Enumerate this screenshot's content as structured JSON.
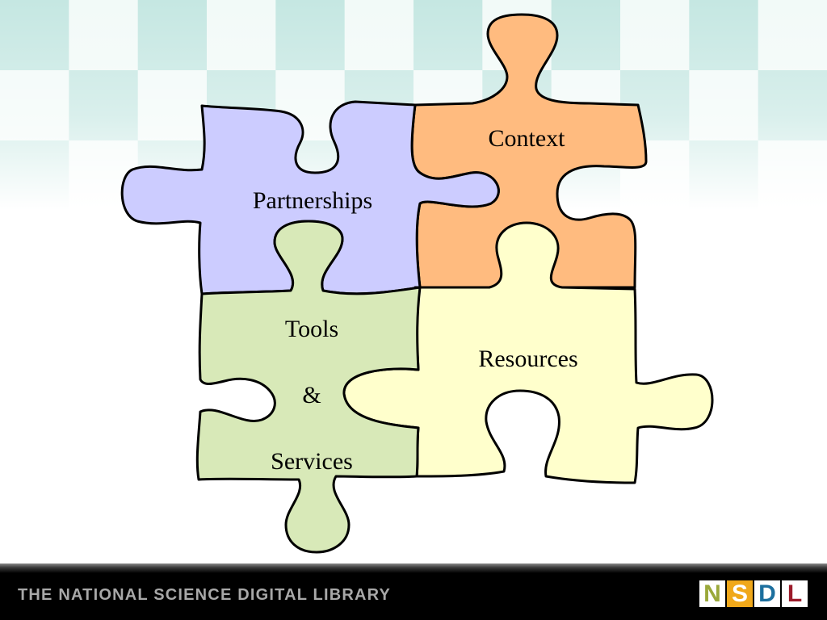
{
  "slide": {
    "pieces": [
      {
        "id": "partnerships",
        "label": "Partnerships",
        "color": "#ccccff"
      },
      {
        "id": "context",
        "label": "Context",
        "color": "#ffbb7f"
      },
      {
        "id": "tools",
        "lines": [
          "Tools",
          "&",
          "Services"
        ],
        "color": "#d8e9b8"
      },
      {
        "id": "resources",
        "label": "Resources",
        "color": "#ffffcc"
      }
    ]
  },
  "footer": {
    "title": "THE NATIONAL SCIENCE DIGITAL LIBRARY",
    "logo_letters": [
      {
        "letter": "N",
        "bg": "#ffffff",
        "fg": "#9aa83a"
      },
      {
        "letter": "S",
        "bg": "#f0a81a",
        "fg": "#ffffff"
      },
      {
        "letter": "D",
        "bg": "#ffffff",
        "fg": "#1c6f9e"
      },
      {
        "letter": "L",
        "bg": "#ffffff",
        "fg": "#9c1b2a"
      }
    ]
  },
  "theme": {
    "background_tile_light": "#f2faf8",
    "background_tile_dark": "#c5e7e2"
  }
}
